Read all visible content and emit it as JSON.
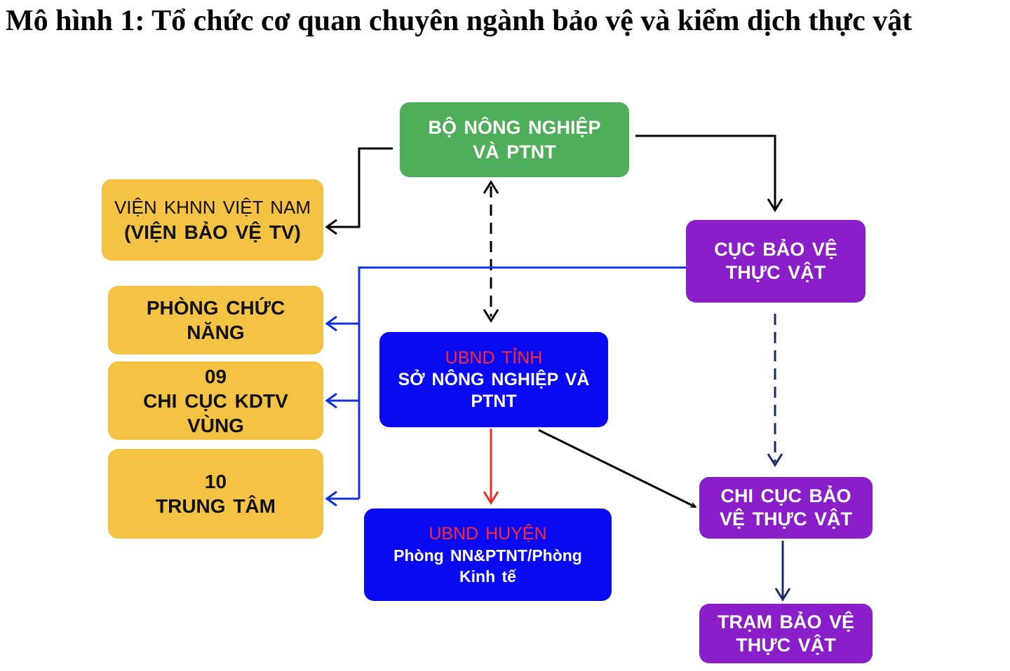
{
  "title": "Mô hình 1: Tổ chức cơ quan chuyên ngành bảo vệ và kiểm dịch thực vật",
  "nodes": {
    "bo": {
      "lines": [
        "BỘ NÔNG  NGHIỆP",
        "VÀ PTNT"
      ]
    },
    "vien": {
      "lines": [
        "VIỆN  KHNN  VIỆT NAM",
        "(VIỆN  BẢO VỆ  TV)"
      ]
    },
    "cuc": {
      "lines": [
        "CỤC BẢO VỆ",
        "THỰC VẬT"
      ]
    },
    "phong_chuc_nang": {
      "lines": [
        "PHÒNG  CHỨC",
        "NĂNG"
      ]
    },
    "chi_cuc_kdtv": {
      "lines": [
        "09",
        "CHI  CỤC  KDTV",
        "VÙNG"
      ]
    },
    "trung_tam": {
      "lines": [
        "10",
        "TRUNG  TÂM"
      ]
    },
    "so": {
      "lines": [
        "UBND  TỈNH",
        "SỞ NÔNG  NGHIỆP  VÀ",
        "PTNT"
      ]
    },
    "huyen": {
      "lines": [
        "UBND HUYỆN",
        "Phòng NN&PTNT/Phòng",
        "Kinh tế"
      ]
    },
    "chi_cuc_bvtv": {
      "lines": [
        "CHI CỤC BẢO",
        "VỆ THỰC VẬT"
      ]
    },
    "tram": {
      "lines": [
        "TRẠM BẢO VỆ",
        "THỰC VẬT"
      ]
    }
  },
  "colors": {
    "green": "#4eae5a",
    "yellow": "#f5c343",
    "purple": "#8a1ec8",
    "blue": "#0a0af2",
    "red_text": "#ff2a2a",
    "blue_line": "#1030e0",
    "red_line": "#e8302a",
    "navy_line": "#1a2a6a",
    "black_line": "#000000"
  }
}
